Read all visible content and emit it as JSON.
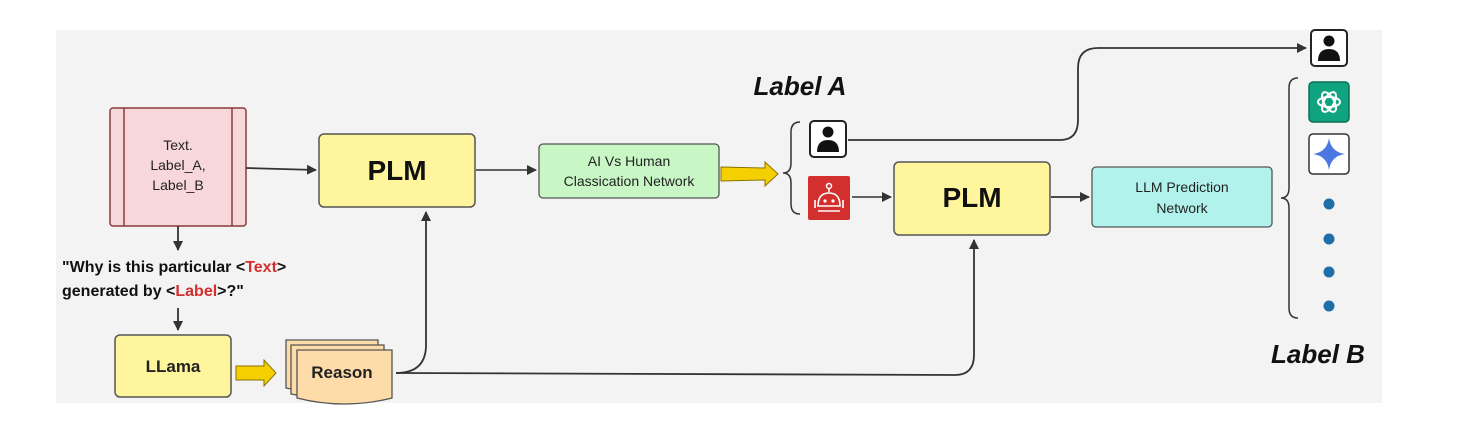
{
  "input_box": {
    "lines": [
      "Text.",
      "Label_A,",
      "Label_B"
    ]
  },
  "prompt": {
    "line1_pre": "\"Why is this particular <",
    "line1_hl": "Text",
    "line1_post": ">",
    "line2_pre": "generated by <",
    "line2_hl": "Label",
    "line2_post": ">?\""
  },
  "plm_1": {
    "label": "PLM"
  },
  "plm_2": {
    "label": "PLM"
  },
  "classification": {
    "lines": [
      "AI Vs Human",
      "Classication Network"
    ]
  },
  "llm_prediction": {
    "lines": [
      "LLM Prediction",
      "Network"
    ]
  },
  "llama": {
    "label": "LLama"
  },
  "reason": {
    "label": "Reason"
  },
  "label_a": {
    "text": "Label A"
  },
  "label_b": {
    "text": "Label B"
  },
  "icons": {
    "human": "person-icon",
    "ai": "robot-icon",
    "chatgpt": "chatgpt-logo-icon",
    "gemini": "gemini-logo-icon",
    "more": "dot-icon"
  },
  "colors": {
    "input_fill": "#f8d7da",
    "input_border": "#8b3a3a",
    "plm_fill": "#fff59d",
    "classification_fill": "#c8f7c5",
    "llm_prediction_fill": "#b2f2ec",
    "reason_fill": "#fddcaa",
    "highlight_red": "#d32f2f",
    "robot_red": "#d32f2f",
    "chatgpt_green": "#10a37f",
    "dot_blue": "#1e6fa8",
    "arrow_yellow": "#f5d000"
  }
}
